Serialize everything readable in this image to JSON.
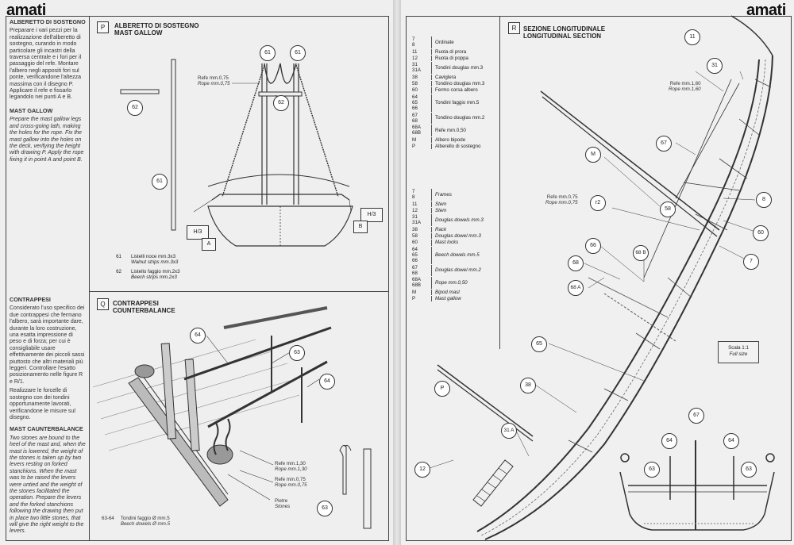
{
  "left_page": {
    "brand": "amati",
    "sidebar": {
      "s1_head": "ALBERETTO DI SOSTEGNO",
      "s1_text": "Preparare i vari pezzi per la realizzazione dell'alberetto di sostegno, curando in modo particolare gli incastri della traversa centrale e i fori per il passaggio del refe. Montare l'albero negli appositi fori sul ponte, verificandone l'altezza massima con il disegno P. Applicare il refe e fissarlo legandolo nei punti A e B.",
      "s2_head": "MAST GALLOW",
      "s2_text": "Prepare the mast gallow legs and cross-going lath, making the holes for the rope. Fix the mast gallow into the holes on the deck, verifying the height with drawing P. Apply the rope fixing it in point A and point B.",
      "s3_head": "CONTRAPPESI",
      "s3_text_1": "Considerato l'uso specifico dei due contrappesi che fermano l'albero, sarà importante dare, durante la loro costruzione, una esatta impressione di peso e di forza; per cui è consigliabile usare effettivamente dei piccoli sassi piuttosto che altri materiali più leggeri. Controllare l'esatto posizionamento nelle figure R e R/1.",
      "s3_text_2": "Realizzare le forcelle di sostegno con dei tondini opportunamente lavorati, verificandone le misure sul disegno.",
      "s4_head": "MAST CAUNTERBALANCE",
      "s4_text": "Two stones are bound to the heel of the mast and, when the mast is lowered, the weight of the stones is taken up by two levers resting on forked stanchions. When the mast was to be raised the levers were untied and the weight of the stones facilitated the operation. Prepare the levers and the forked stanchions following the drawing then put in place two little stones, that will give the right weight to the levers."
    },
    "panel_p": {
      "letter": "P",
      "title_it": "ALBERETTO DI SOSTEGNO",
      "title_en": "MAST GALLOW",
      "refe_it": "Refe mm.0,75",
      "refe_en": "Rope mm.0,75",
      "label_h3_left": "H/3",
      "label_a": "A",
      "label_h3_right": "H/3",
      "label_b": "B",
      "callouts": {
        "c61a": "61",
        "c61b": "61",
        "c62a": "62",
        "c62b": "62",
        "c61c": "61"
      },
      "legend": [
        {
          "n": "61",
          "it": "Listelli noce mm.3x3",
          "en": "Walnut strips mm.3x3"
        },
        {
          "n": "62",
          "it": "Listello faggio mm.2x3",
          "en": "Beech strips mm.2x3"
        }
      ]
    },
    "panel_q": {
      "letter": "Q",
      "title_it": "CONTRAPPESI",
      "title_en": "COUNTERBALANCE",
      "callouts": {
        "c64a": "64",
        "c63a": "63",
        "c64b": "64",
        "c63b": "63"
      },
      "refe1_it": "Refe mm.1,30",
      "refe1_en": "Rope mm.1,30",
      "refe2_it": "Refe mm.0,75",
      "refe2_en": "Rope mm.0,75",
      "stones_it": "Pietre",
      "stones_en": "Stones",
      "legend_n": "63-64",
      "legend_it": "Tondini faggio Ø mm.5",
      "legend_en": "Beech dowels Ø mm.5"
    }
  },
  "right_page": {
    "brand": "amati",
    "legend_it": [
      {
        "n": "7\n8",
        "t": "Ordinate"
      },
      {
        "n": "11",
        "t": "Ruota di prora"
      },
      {
        "n": "12",
        "t": "Ruota di poppa"
      },
      {
        "n": "31\n31A",
        "t": "Tondini douglas mm.3"
      },
      {
        "n": "38",
        "t": "Caviglera"
      },
      {
        "n": "58",
        "t": "Tondino douglas mm.3"
      },
      {
        "n": "60",
        "t": "Fermo corsa albero"
      },
      {
        "n": "64\n65\n66",
        "t": "Tondini faggio mm.5"
      },
      {
        "n": "67\n68",
        "t": "Tondino douglas mm.2"
      },
      {
        "n": "68A\n68B",
        "t": "Refe mm.0,50"
      },
      {
        "n": "M",
        "t": "Albero bipode"
      },
      {
        "n": "P",
        "t": "Alberello di sostegno"
      }
    ],
    "legend_en": [
      {
        "n": "7\n8",
        "t": "Frames"
      },
      {
        "n": "11",
        "t": "Stem"
      },
      {
        "n": "12",
        "t": "Stem"
      },
      {
        "n": "31\n31A",
        "t": "Douglas dowels mm.3"
      },
      {
        "n": "38",
        "t": "Rack"
      },
      {
        "n": "58",
        "t": "Douglas dowel mm.3"
      },
      {
        "n": "60",
        "t": "Mast locks"
      },
      {
        "n": "64\n65\n66",
        "t": "Beech dowels mm.5"
      },
      {
        "n": "67\n68",
        "t": "Douglas dowel mm.2"
      },
      {
        "n": "68A\n68B",
        "t": "Rope mm.0,50"
      },
      {
        "n": "M",
        "t": "Bipod mast"
      },
      {
        "n": "P",
        "t": "Mast gallow"
      }
    ],
    "panel_r": {
      "letter": "R",
      "title_it": "SEZIONE LONGITUDINALE",
      "title_en": "LONGITUDINAL SECTION",
      "refe_it": "Refe mm.1,60",
      "refe_en": "Rope mm.1,60",
      "refe2_it": "Refe mm.0,75",
      "refe2_en": "Rope mm.0,75",
      "scale_it": "Scala 1:1",
      "scale_en": "Full size",
      "callouts": {
        "c11": "11",
        "c31": "31",
        "c67": "67",
        "cM": "M",
        "c8": "8",
        "cr2": "r2",
        "c58": "58",
        "c60": "60",
        "c66": "66",
        "c7": "7",
        "c68": "68",
        "c68b": "68 B",
        "c68a": "68 A",
        "c65": "65",
        "cP": "P",
        "c38": "38",
        "c31a": "31 A",
        "c12": "12",
        "c67b": "67",
        "c64a": "64",
        "c64b": "64",
        "c63a": "63",
        "c63b": "63"
      }
    }
  }
}
